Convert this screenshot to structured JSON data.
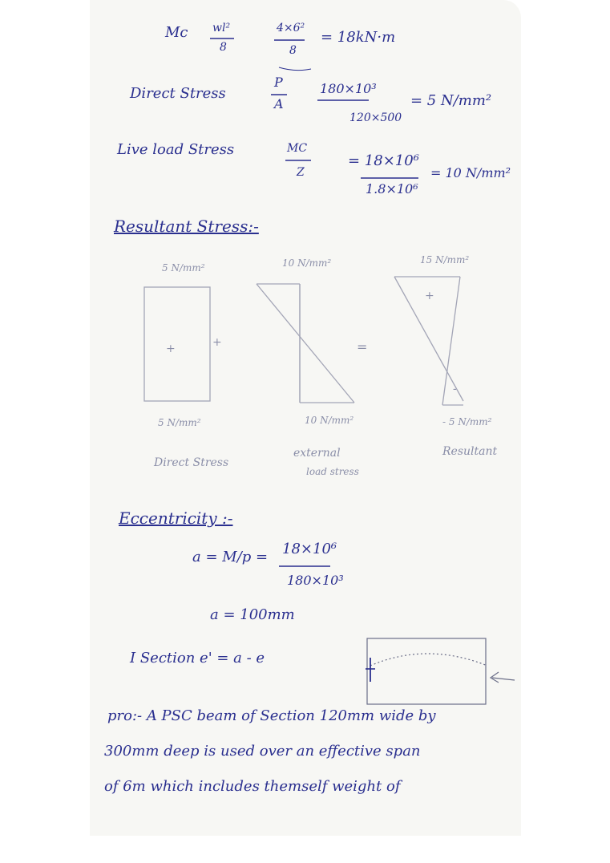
{
  "moment": {
    "lhs": "Mc",
    "eq1_num": "wl²",
    "eq1_den": "8",
    "eq2_num": "4×6²",
    "eq2_den": "8",
    "result": "= 18kN·m"
  },
  "direct_stress": {
    "label": "Direct Stress",
    "frac_num": "P",
    "frac_den": "A",
    "calc_num": "180×10³",
    "calc_den": "120×500",
    "result": "= 5 N/mm²"
  },
  "live_load_stress": {
    "label": "Live load Stress",
    "frac_num": "MC",
    "frac_den": "Z",
    "calc_num": "= 18×10⁶",
    "calc_den": "1.8×10⁶",
    "result": "= 10 N/mm²"
  },
  "resultant_heading": "Resultant Stress:-",
  "diagrams": {
    "direct": {
      "top": "5 N/mm²",
      "bottom": "5 N/mm²",
      "caption": "Direct Stress",
      "sign_left": "+",
      "sign_right": "+"
    },
    "external": {
      "top": "10 N/mm²",
      "bottom": "10 N/mm²",
      "caption_line1": "external",
      "caption_line2": "load stress"
    },
    "resultant": {
      "top": "15 N/mm²",
      "bottom": "- 5 N/mm²",
      "caption": "Resultant",
      "sign_top": "+",
      "sign_bottom": "-"
    },
    "equals": "="
  },
  "eccentricity": {
    "heading": "Eccentricity :-",
    "formula": "a = M/p =",
    "num": "18×10⁶",
    "den": "180×10³",
    "result": "a = 100mm"
  },
  "section_note": "I Section  e' = a - e",
  "problem": {
    "line1": "pro:- A PSC beam of Section 120mm wide by",
    "line2": "300mm deep is used over an effective span",
    "line3": "of 6m which includes themself weight of"
  }
}
